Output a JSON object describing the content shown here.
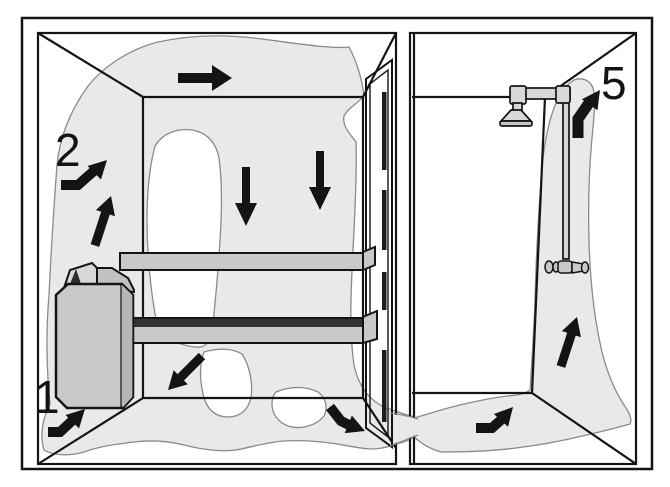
{
  "diagram": {
    "step_labels": {
      "air_inlet": "1",
      "heater_convection": "2",
      "air_outlet": "5"
    },
    "colors": {
      "flow_fill": "#e9e9e9",
      "flow_outline": "#8a8a8a",
      "line": "#141414",
      "metal_fill": "#c9c9cb",
      "metal_dark": "#b7b7ba",
      "metal_light": "#d8d8da",
      "slot_dark": "#1d1d1d",
      "background": "#ffffff"
    },
    "flow_arrows": [
      "flow-arrow-inlet-bend",
      "flow-arrow-rise-bend",
      "flow-arrow-up-left-wall",
      "flow-arrow-right-ceiling",
      "flow-arrow-down-back-wall-1",
      "flow-arrow-down-back-wall-2",
      "flow-arrow-down-left-floor",
      "flow-arrow-under-door",
      "flow-arrow-shower-floor-bend",
      "flow-arrow-shower-up",
      "flow-arrow-outlet-bend"
    ]
  }
}
